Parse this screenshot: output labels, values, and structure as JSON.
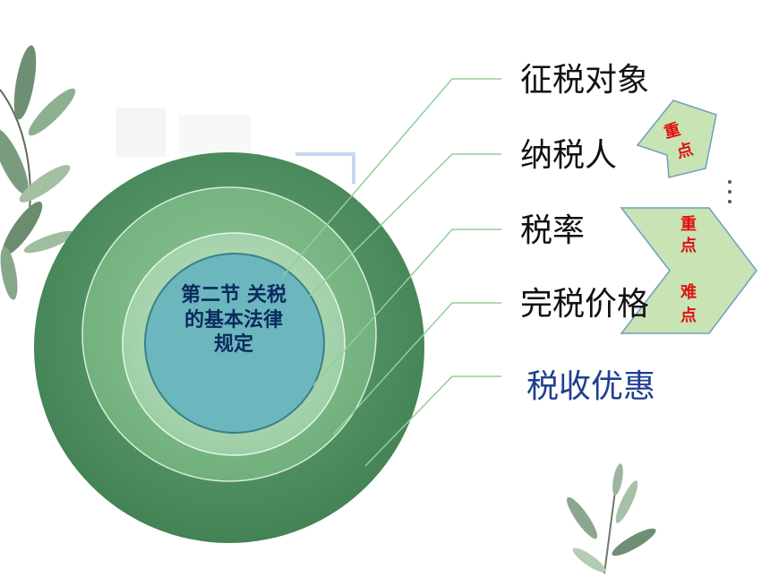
{
  "center_title": "第二节 关税的基本法律规定",
  "items": [
    "征税对象",
    "纳税人",
    "税率",
    "完税价格",
    "税收优惠"
  ],
  "badges": {
    "arrow_up": [
      "重",
      "点"
    ],
    "arrow_right": [
      "重",
      "点",
      "难",
      "点"
    ]
  },
  "colors": {
    "ring_outer": "#4f8f60",
    "ring_mid": "#78b583",
    "ring_inner": "#a8d5ae",
    "core": "#6cb6bd",
    "arrow_fill": "#c8e3b4",
    "highlight_text": "#1f3f8f",
    "badge_text": "#e01010"
  },
  "icons": [
    "leaf-branch-left-icon",
    "leaf-branch-bottom-icon",
    "vertical-dots-icon"
  ]
}
